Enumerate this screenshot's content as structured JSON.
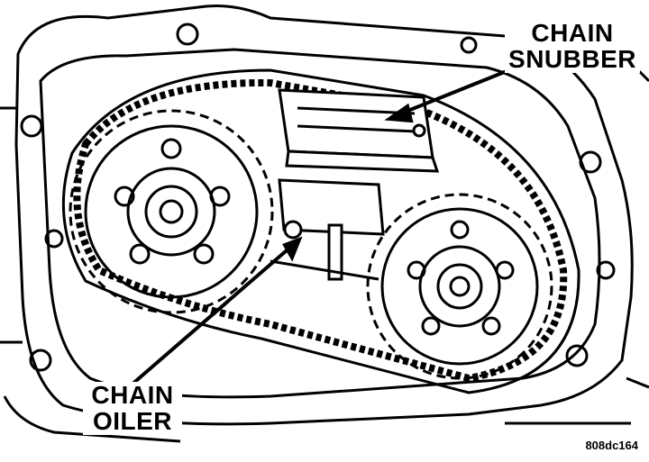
{
  "labels": {
    "snubber_line1": "CHAIN",
    "snubber_line2": "SNUBBER",
    "oiler_line1": "CHAIN",
    "oiler_line2": "OILER"
  },
  "figure_code": "808dc164",
  "colors": {
    "ink": "#000000",
    "paper": "#ffffff"
  }
}
